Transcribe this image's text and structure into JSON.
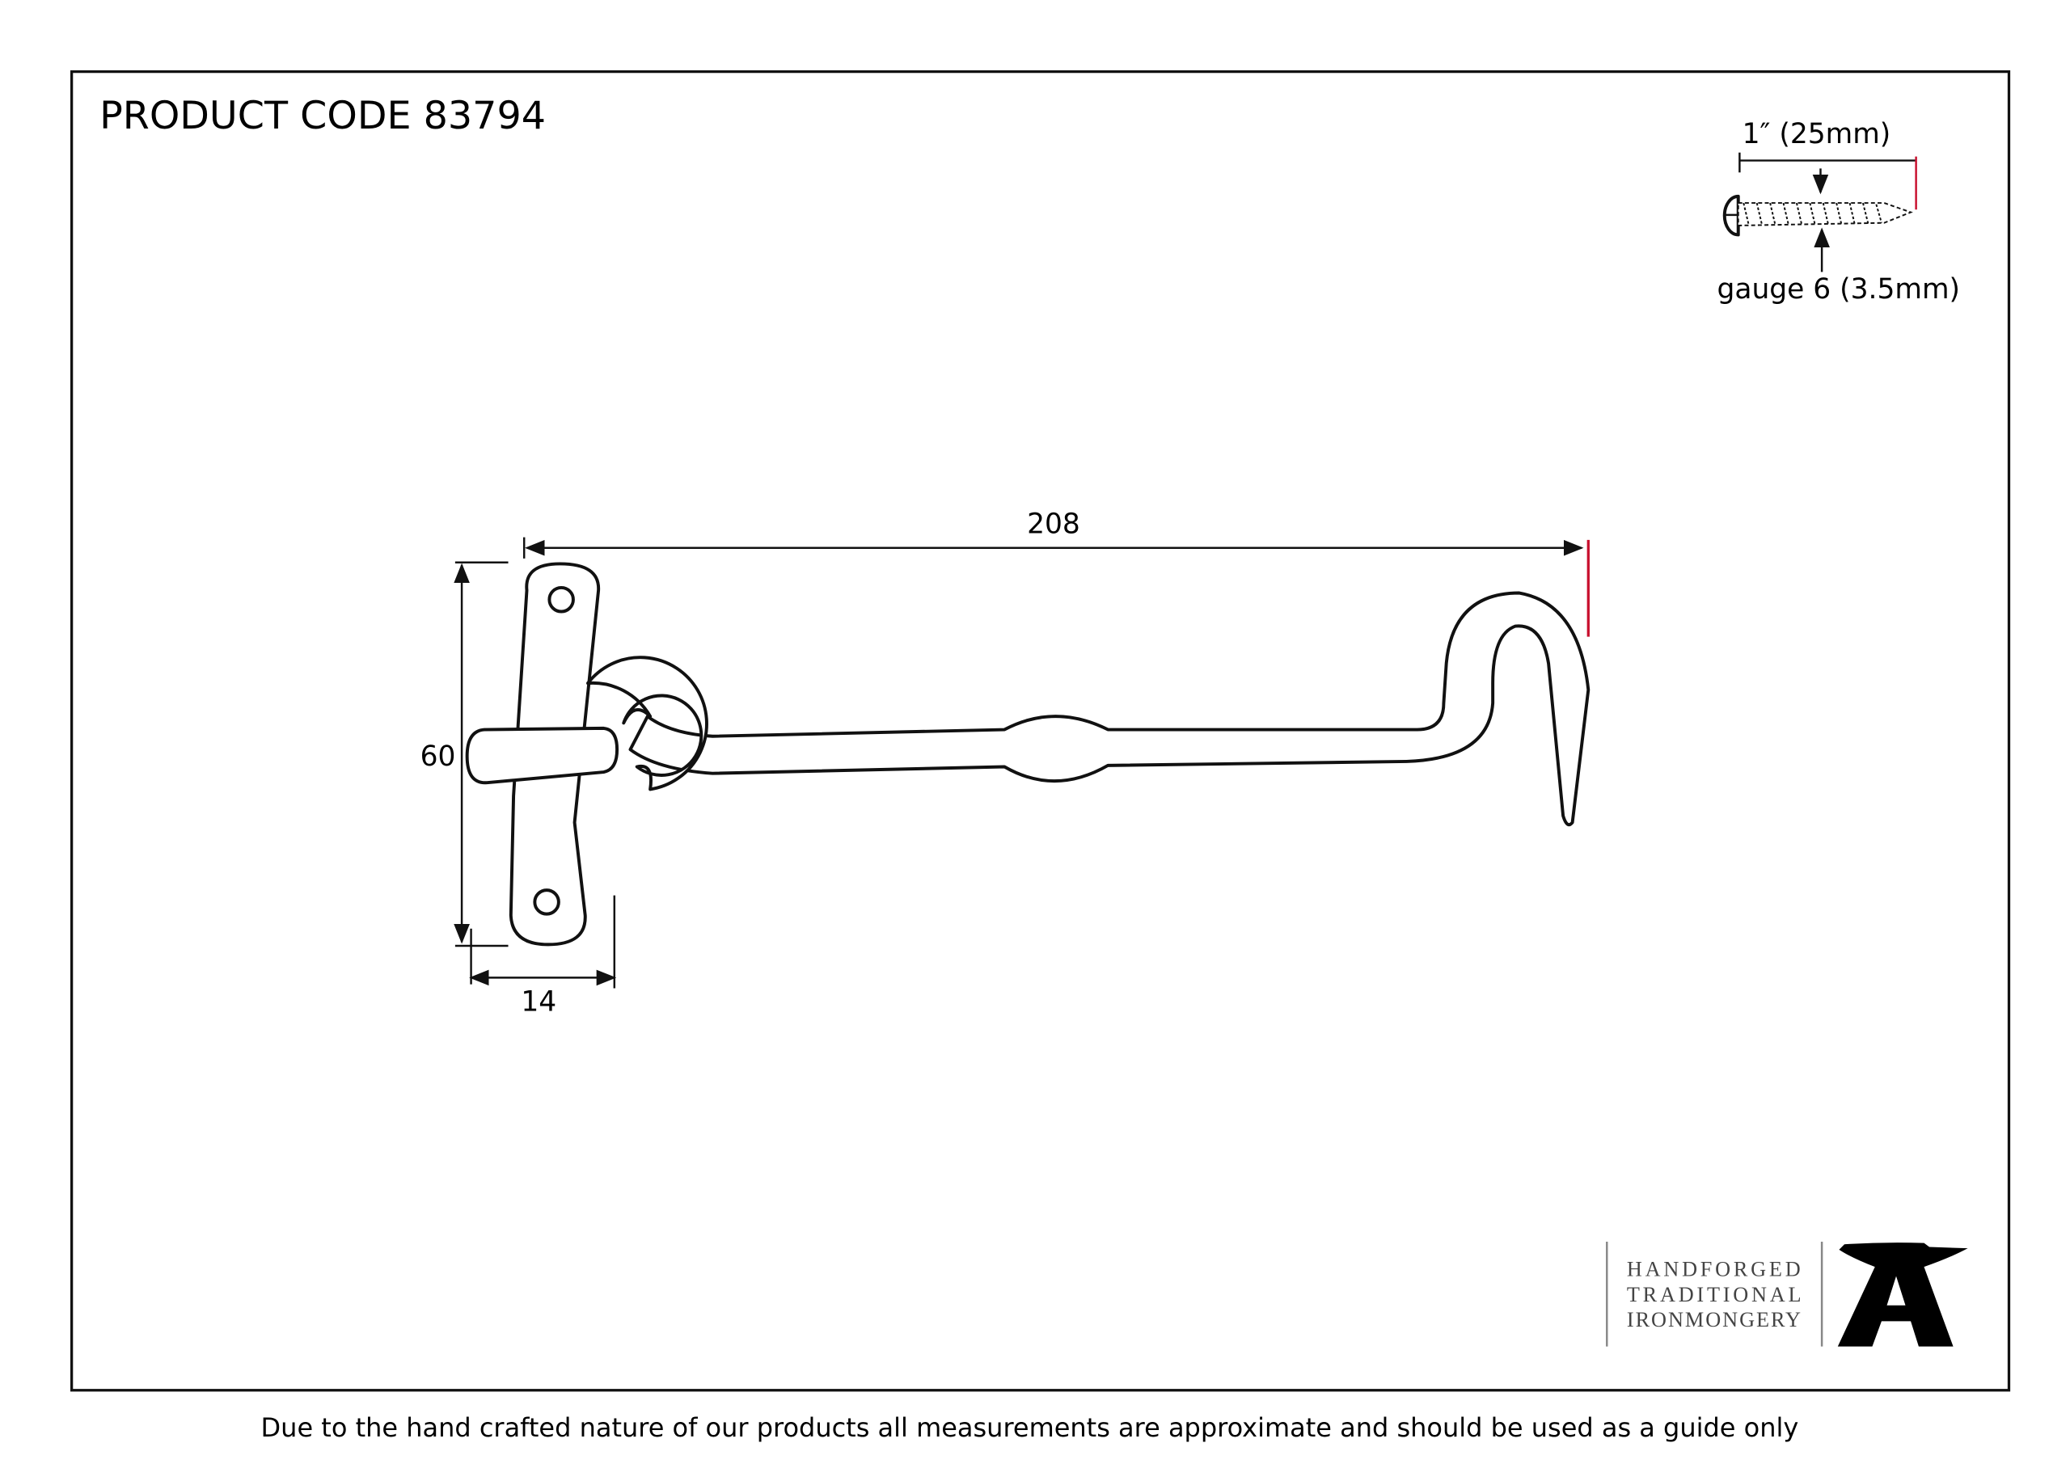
{
  "title": "PRODUCT CODE 83794",
  "dimensions": {
    "length": "208",
    "height": "60",
    "depth": "14"
  },
  "screw": {
    "length": "1″ (25mm)",
    "gauge": "gauge 6 (3.5mm)"
  },
  "logo": {
    "line1": "HANDFORGED",
    "line2": "TRADITIONAL",
    "line3": "IRONMONGERY",
    "icon": "anvil-icon"
  },
  "footer": "Due to the hand crafted nature of our products all measurements are approximate and should be used as a guide only",
  "colors": {
    "accent": "#c8102e",
    "ink": "#111111"
  }
}
